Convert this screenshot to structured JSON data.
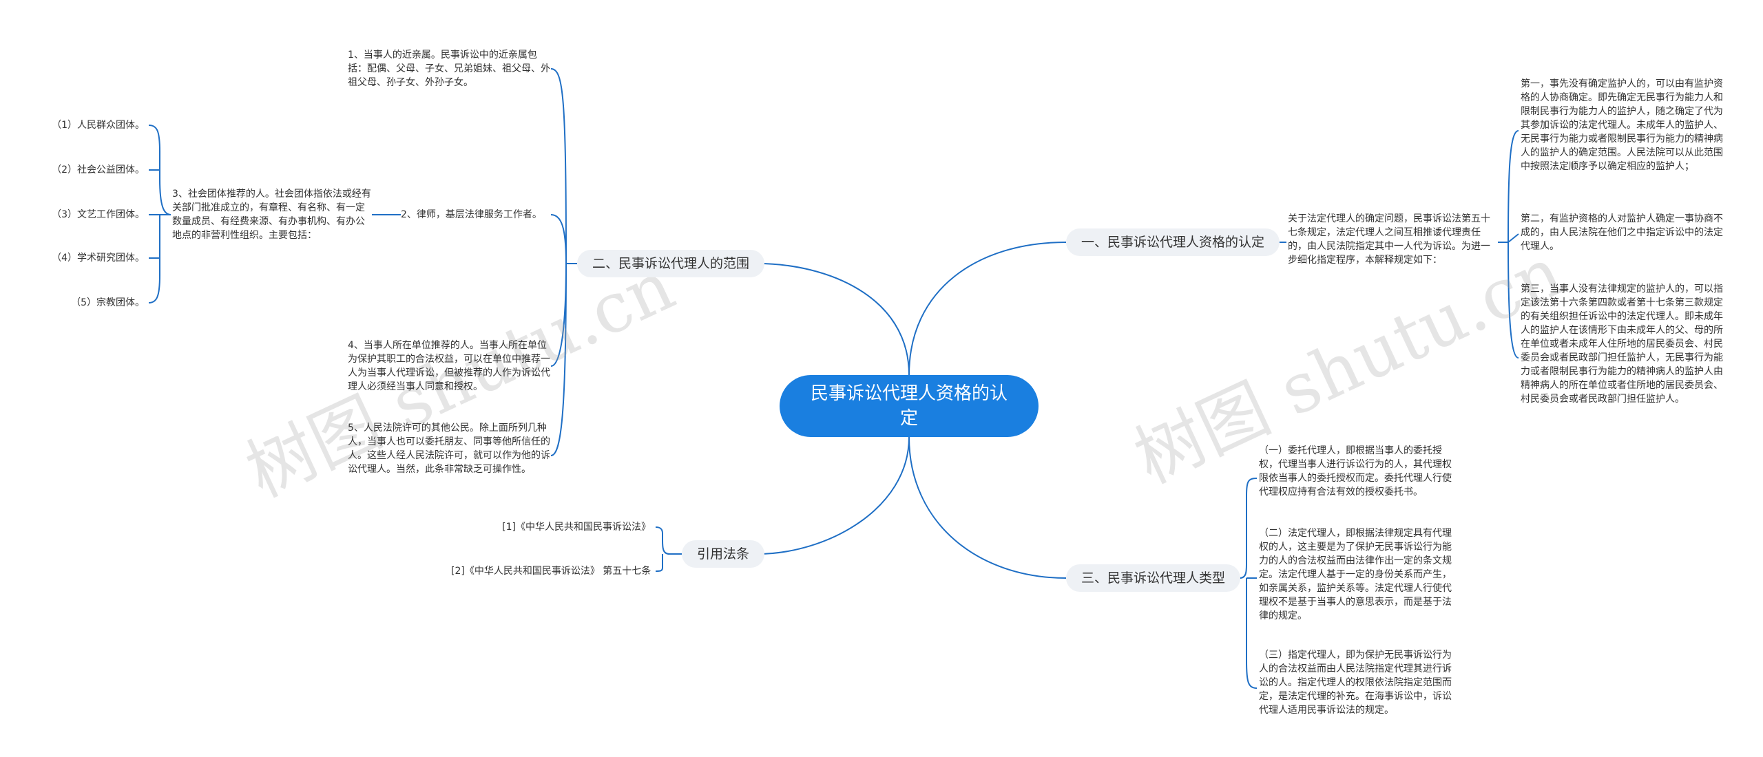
{
  "root": {
    "title": "民事诉讼代理人资格的认定"
  },
  "branches": {
    "scope": {
      "label": "二、民事诉讼代理人的范围",
      "item1": "1、当事人的近亲属。民事诉讼中的近亲属包括：配偶、父母、子女、兄弟姐妹、祖父母、外祖父母、孙子女、外孙子女。",
      "item2": "2、律师，基层法律服务工作者。",
      "item3": "3、社会团体推荐的人。社会团体指依法或经有关部门批准成立的，有章程、有名称、有一定数量成员、有经费来源、有办事机构、有办公地点的非营利性组织。主要包括：",
      "item3_subs": [
        "（1）人民群众团体。",
        "（2）社会公益团体。",
        "（3）文艺工作团体。",
        "（4）学术研究团体。",
        "（5）宗教团体。"
      ],
      "item4": "4、当事人所在单位推荐的人。当事人所在单位为保护其职工的合法权益，可以在单位中推荐一人为当事人代理诉讼，但被推荐的人作为诉讼代理人必须经当事人同意和授权。",
      "item5": "5、人民法院许可的其他公民。除上面所列几种人，当事人也可以委托朋友、同事等他所信任的人。这些人经人民法院许可，就可以作为他的诉讼代理人。当然，此条非常缺乏可操作性。"
    },
    "laws": {
      "label": "引用法条",
      "items": [
        "[1]《中华人民共和国民事诉讼法》",
        "[2]《中华人民共和国民事诉讼法》 第五十七条"
      ]
    },
    "determination": {
      "label": "一、民事诉讼代理人资格的认定",
      "intro": "关于法定代理人的确定问题，民事诉讼法第五十七条规定，法定代理人之间互相推诿代理责任的，由人民法院指定其中一人代为诉讼。为进一步细化指定程序，本解释规定如下：",
      "points": [
        "第一，事先没有确定监护人的，可以由有监护资格的人协商确定。即先确定无民事行为能力人和限制民事行为能力人的监护人，随之确定了代为其参加诉讼的法定代理人。未成年人的监护人、无民事行为能力或者限制民事行为能力的精神病人的监护人的确定范围。人民法院可以从此范围中按照法定顺序予以确定相应的监护人；",
        "第二，有监护资格的人对监护人确定一事协商不成的，由人民法院在他们之中指定诉讼中的法定代理人。",
        "第三，当事人没有法律规定的监护人的，可以指定该法第十六条第四款或者第十七条第三款规定的有关组织担任诉讼中的法定代理人。即未成年人的监护人在该情形下由未成年人的父、母的所在单位或者未成年人住所地的居民委员会、村民委员会或者民政部门担任监护人，无民事行为能力或者限制民事行为能力的精神病人的监护人由精神病人的所在单位或者住所地的居民委员会、村民委员会或者民政部门担任监护人。"
      ]
    },
    "types": {
      "label": "三、民事诉讼代理人类型",
      "points": [
        "（一）委托代理人，即根据当事人的委托授权，代理当事人进行诉讼行为的人，其代理权限依当事人的委托授权而定。委托代理人行使代理权应持有合法有效的授权委托书。",
        "（二）法定代理人，即根据法律规定具有代理权的人，这主要是为了保护无民事诉讼行为能力的人的合法权益而由法律作出一定的条文规定。法定代理人基于一定的身份关系而产生，如亲属关系，监护关系等。法定代理人行使代理权不是基于当事人的意思表示，而是基于法律的规定。",
        "（三）指定代理人，即为保护无民事诉讼行为人的合法权益而由人民法院指定代理其进行诉讼的人。指定代理人的权限依法院指定范围而定，是法定代理的补充。在海事诉讼中，诉讼代理人适用民事诉讼法的规定。"
      ]
    }
  },
  "colors": {
    "root_fill": "#1a7fe0",
    "branch_fill": "#eef1f5",
    "line": "#1f6fc5",
    "text": "#333333"
  },
  "watermarks": [
    "树图 shutu.cn",
    "树图 shutu.cn"
  ]
}
